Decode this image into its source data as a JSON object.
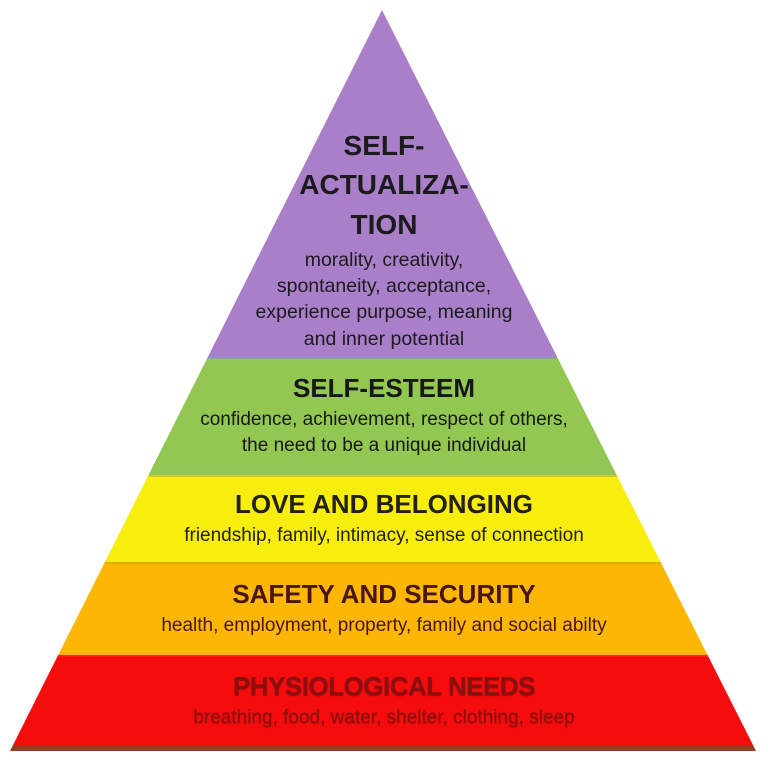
{
  "levels": [
    {
      "name": "self-actualization",
      "title": "SELF-\nACTUALIZA-\nTION",
      "description": "morality, creativity,\nspontaneity, acceptance,\nexperience purpose, meaning\nand inner potential",
      "color": "#a97fc9",
      "text_color": "#1b1b1d"
    },
    {
      "name": "self-esteem",
      "title": "SELF-ESTEEM",
      "description": "confidence, achievement, respect of others,\nthe need to be a unique individual",
      "color": "#92c751",
      "text_color": "#171717"
    },
    {
      "name": "love-and-belonging",
      "title": "LOVE AND BELONGING",
      "description": "friendship, family, intimacy, sense of connection",
      "color": "#f8ee0e",
      "text_color": "#232014"
    },
    {
      "name": "safety-and-security",
      "title": "SAFETY AND SECURITY",
      "description": "health, employment, property, family and social abilty",
      "color": "#fcb705",
      "text_color": "#4a150e"
    },
    {
      "name": "physiological-needs",
      "title": "PHYSIOLOGICAL NEEDS",
      "description": "breathing, food, water, shelter, clothing, sleep",
      "color": "#f50d0d",
      "text_color": "#8c0f10"
    }
  ],
  "page_background": "#ffffff"
}
